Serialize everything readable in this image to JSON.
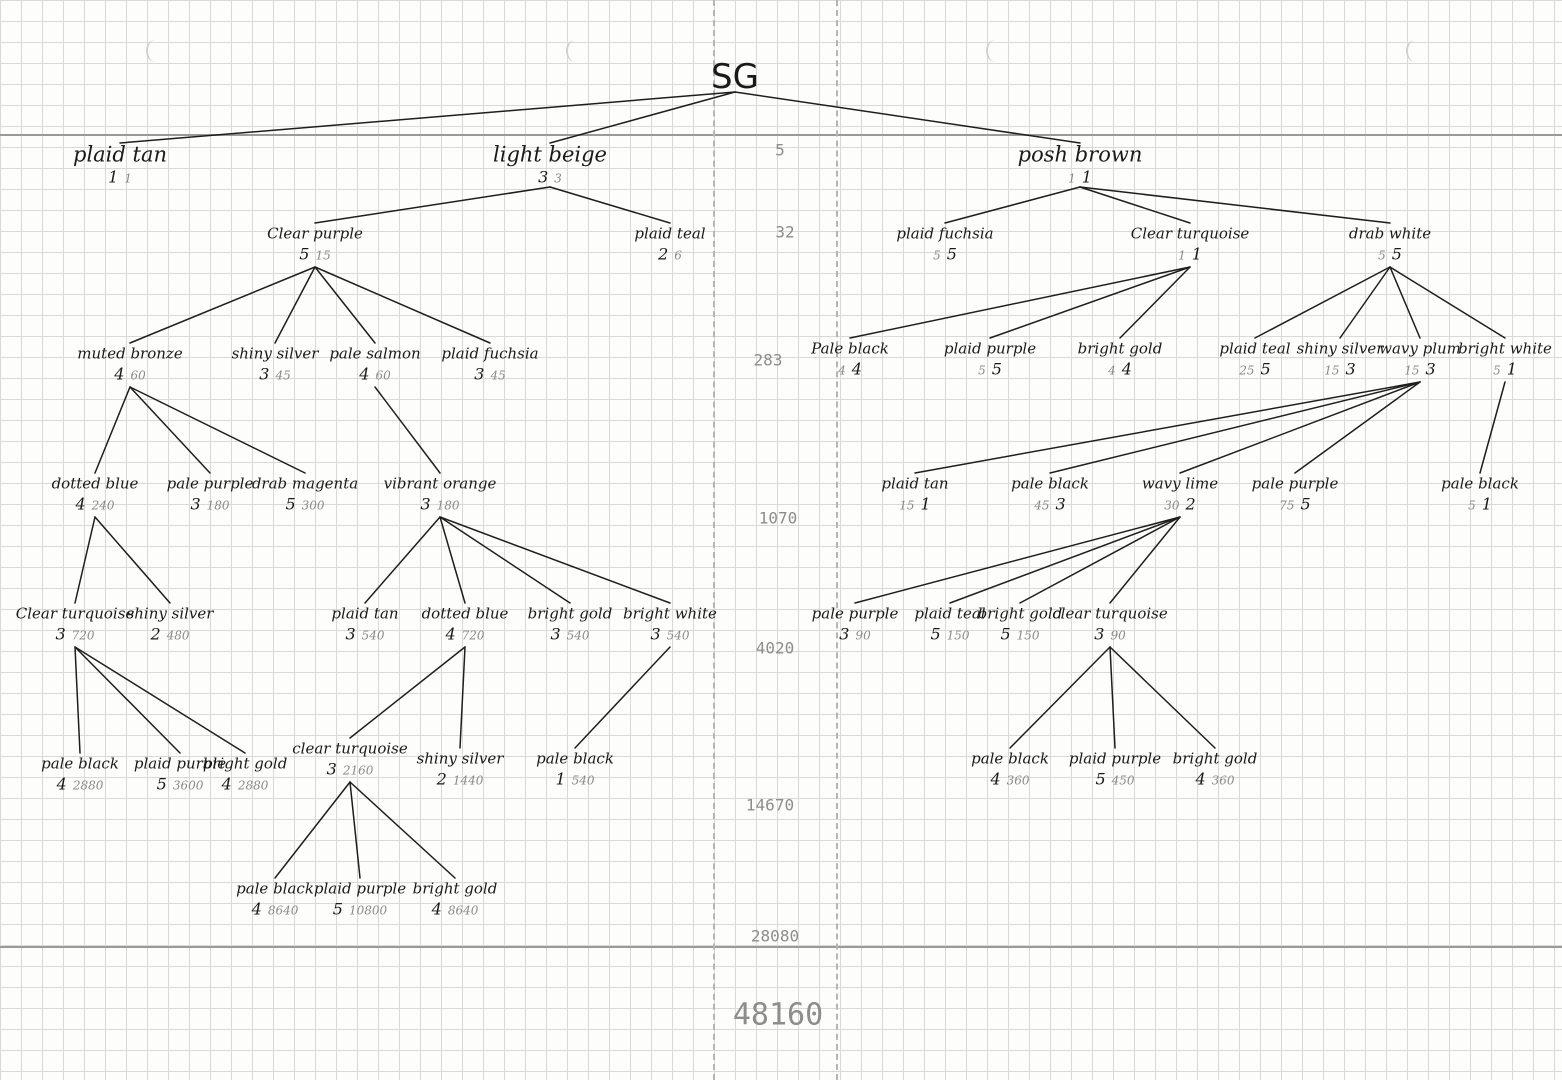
{
  "tree": {
    "nodes": [
      {
        "id": "sg",
        "name": "SG",
        "qty": "",
        "total": ""
      },
      {
        "id": "plaid_tan",
        "name": "plaid tan",
        "qty": "1",
        "total": "1"
      },
      {
        "id": "light_beige",
        "name": "light beige",
        "qty": "3",
        "total": "3"
      },
      {
        "id": "posh_brown",
        "name": "posh brown",
        "qty": "1",
        "total": "1"
      },
      {
        "id": "clear_purple",
        "name": "Clear purple",
        "qty": "5",
        "total": "15"
      },
      {
        "id": "plaid_teal_a",
        "name": "plaid teal",
        "qty": "2",
        "total": "6"
      },
      {
        "id": "muted_bronze",
        "name": "muted bronze",
        "qty": "4",
        "total": "60"
      },
      {
        "id": "shiny_silver_a",
        "name": "shiny silver",
        "qty": "3",
        "total": "45"
      },
      {
        "id": "pale_salmon",
        "name": "pale salmon",
        "qty": "4",
        "total": "60"
      },
      {
        "id": "plaid_fuchsia_a",
        "name": "plaid fuchsia",
        "qty": "3",
        "total": "45"
      },
      {
        "id": "dotted_blue_a",
        "name": "dotted blue",
        "qty": "4",
        "total": "240"
      },
      {
        "id": "pale_purple_a",
        "name": "pale purple",
        "qty": "3",
        "total": "180"
      },
      {
        "id": "drab_magenta",
        "name": "drab magenta",
        "qty": "5",
        "total": "300"
      },
      {
        "id": "vibrant_orange",
        "name": "vibrant orange",
        "qty": "3",
        "total": "180"
      },
      {
        "id": "clear_turquoise_a",
        "name": "Clear turquoise",
        "qty": "3",
        "total": "720"
      },
      {
        "id": "shiny_silver_b",
        "name": "shiny silver",
        "qty": "2",
        "total": "480"
      },
      {
        "id": "plaid_tan_b",
        "name": "plaid tan",
        "qty": "3",
        "total": "540"
      },
      {
        "id": "dotted_blue_b",
        "name": "dotted blue",
        "qty": "4",
        "total": "720"
      },
      {
        "id": "bright_gold_a",
        "name": "bright gold",
        "qty": "3",
        "total": "540"
      },
      {
        "id": "bright_white_a",
        "name": "bright white",
        "qty": "3",
        "total": "540"
      },
      {
        "id": "pale_black_a",
        "name": "pale black",
        "qty": "4",
        "total": "2880"
      },
      {
        "id": "plaid_purple_a",
        "name": "plaid purple",
        "qty": "5",
        "total": "3600"
      },
      {
        "id": "bright_gold_b",
        "name": "bright gold",
        "qty": "4",
        "total": "2880"
      },
      {
        "id": "clear_turquoise_b",
        "name": "clear turquoise",
        "qty": "3",
        "total": "2160"
      },
      {
        "id": "shiny_silver_c",
        "name": "shiny silver",
        "qty": "2",
        "total": "1440"
      },
      {
        "id": "pale_black_b",
        "name": "pale black",
        "qty": "1",
        "total": "540"
      },
      {
        "id": "pale_black_c",
        "name": "pale black",
        "qty": "4",
        "total": "8640"
      },
      {
        "id": "plaid_purple_b",
        "name": "plaid purple",
        "qty": "5",
        "total": "10800"
      },
      {
        "id": "bright_gold_c",
        "name": "bright gold",
        "qty": "4",
        "total": "8640"
      },
      {
        "id": "plaid_fuchsia_b",
        "name": "plaid fuchsia",
        "qty": "5",
        "total": "5"
      },
      {
        "id": "clear_turquoise_c",
        "name": "Clear turquoise",
        "qty": "1",
        "total": "1"
      },
      {
        "id": "drab_white",
        "name": "drab white",
        "qty": "5",
        "total": "5"
      },
      {
        "id": "pale_black_d",
        "name": "Pale black",
        "qty": "4",
        "total": "4"
      },
      {
        "id": "plaid_purple_c",
        "name": "plaid purple",
        "qty": "5",
        "total": "5"
      },
      {
        "id": "bright_gold_d",
        "name": "bright gold",
        "qty": "4",
        "total": "4"
      },
      {
        "id": "plaid_teal_b",
        "name": "plaid teal",
        "qty": "5",
        "total": "25"
      },
      {
        "id": "shiny_silver_d",
        "name": "shiny silver",
        "qty": "3",
        "total": "15"
      },
      {
        "id": "wavy_plum",
        "name": "wavy plum",
        "qty": "3",
        "total": "15"
      },
      {
        "id": "bright_white_b",
        "name": "bright white",
        "qty": "1",
        "total": "5"
      },
      {
        "id": "plaid_tan_c",
        "name": "plaid tan",
        "qty": "1",
        "total": "15"
      },
      {
        "id": "pale_black_e",
        "name": "pale black",
        "qty": "3",
        "total": "45"
      },
      {
        "id": "wavy_lime",
        "name": "wavy lime",
        "qty": "2",
        "total": "30"
      },
      {
        "id": "pale_purple_b",
        "name": "pale purple",
        "qty": "5",
        "total": "75"
      },
      {
        "id": "pale_black_f",
        "name": "pale black",
        "qty": "1",
        "total": "5"
      },
      {
        "id": "pale_purple_c",
        "name": "pale purple",
        "qty": "3",
        "total": "90"
      },
      {
        "id": "plaid_teal_c",
        "name": "plaid teal",
        "qty": "5",
        "total": "150"
      },
      {
        "id": "bright_gold_e",
        "name": "bright gold",
        "qty": "5",
        "total": "150"
      },
      {
        "id": "clear_turquoise_d",
        "name": "clear turquoise",
        "qty": "3",
        "total": "90"
      },
      {
        "id": "pale_black_g",
        "name": "pale black",
        "qty": "4",
        "total": "360"
      },
      {
        "id": "plaid_purple_d",
        "name": "plaid purple",
        "qty": "5",
        "total": "450"
      },
      {
        "id": "bright_gold_f",
        "name": "bright gold",
        "qty": "4",
        "total": "360"
      }
    ],
    "edges": [
      [
        "sg",
        "plaid_tan"
      ],
      [
        "sg",
        "light_beige"
      ],
      [
        "sg",
        "posh_brown"
      ],
      [
        "light_beige",
        "clear_purple"
      ],
      [
        "light_beige",
        "plaid_teal_a"
      ],
      [
        "clear_purple",
        "muted_bronze"
      ],
      [
        "clear_purple",
        "shiny_silver_a"
      ],
      [
        "clear_purple",
        "pale_salmon"
      ],
      [
        "clear_purple",
        "plaid_fuchsia_a"
      ],
      [
        "muted_bronze",
        "dotted_blue_a"
      ],
      [
        "muted_bronze",
        "pale_purple_a"
      ],
      [
        "muted_bronze",
        "drab_magenta"
      ],
      [
        "pale_salmon",
        "vibrant_orange"
      ],
      [
        "dotted_blue_a",
        "clear_turquoise_a"
      ],
      [
        "dotted_blue_a",
        "shiny_silver_b"
      ],
      [
        "vibrant_orange",
        "plaid_tan_b"
      ],
      [
        "vibrant_orange",
        "dotted_blue_b"
      ],
      [
        "vibrant_orange",
        "bright_gold_a"
      ],
      [
        "vibrant_orange",
        "bright_white_a"
      ],
      [
        "clear_turquoise_a",
        "pale_black_a"
      ],
      [
        "clear_turquoise_a",
        "plaid_purple_a"
      ],
      [
        "clear_turquoise_a",
        "bright_gold_b"
      ],
      [
        "dotted_blue_b",
        "clear_turquoise_b"
      ],
      [
        "dotted_blue_b",
        "shiny_silver_c"
      ],
      [
        "bright_white_a",
        "pale_black_b"
      ],
      [
        "clear_turquoise_b",
        "pale_black_c"
      ],
      [
        "clear_turquoise_b",
        "plaid_purple_b"
      ],
      [
        "clear_turquoise_b",
        "bright_gold_c"
      ],
      [
        "posh_brown",
        "plaid_fuchsia_b"
      ],
      [
        "posh_brown",
        "clear_turquoise_c"
      ],
      [
        "posh_brown",
        "drab_white"
      ],
      [
        "clear_turquoise_c",
        "pale_black_d"
      ],
      [
        "clear_turquoise_c",
        "plaid_purple_c"
      ],
      [
        "clear_turquoise_c",
        "bright_gold_d"
      ],
      [
        "drab_white",
        "plaid_teal_b"
      ],
      [
        "drab_white",
        "shiny_silver_d"
      ],
      [
        "drab_white",
        "wavy_plum"
      ],
      [
        "drab_white",
        "bright_white_b"
      ],
      [
        "wavy_plum",
        "plaid_tan_c"
      ],
      [
        "wavy_plum",
        "pale_black_e"
      ],
      [
        "wavy_plum",
        "wavy_lime"
      ],
      [
        "wavy_plum",
        "pale_purple_b"
      ],
      [
        "bright_white_b",
        "pale_black_f"
      ],
      [
        "wavy_lime",
        "pale_purple_c"
      ],
      [
        "wavy_lime",
        "plaid_teal_c"
      ],
      [
        "wavy_lime",
        "bright_gold_e"
      ],
      [
        "wavy_lime",
        "clear_turquoise_d"
      ],
      [
        "clear_turquoise_d",
        "pale_black_g"
      ],
      [
        "clear_turquoise_d",
        "plaid_purple_d"
      ],
      [
        "clear_turquoise_d",
        "bright_gold_f"
      ]
    ]
  },
  "column_sums": [
    "5",
    "32",
    "283",
    "1070",
    "4020",
    "14670",
    "28080"
  ],
  "grand_total": "48160"
}
